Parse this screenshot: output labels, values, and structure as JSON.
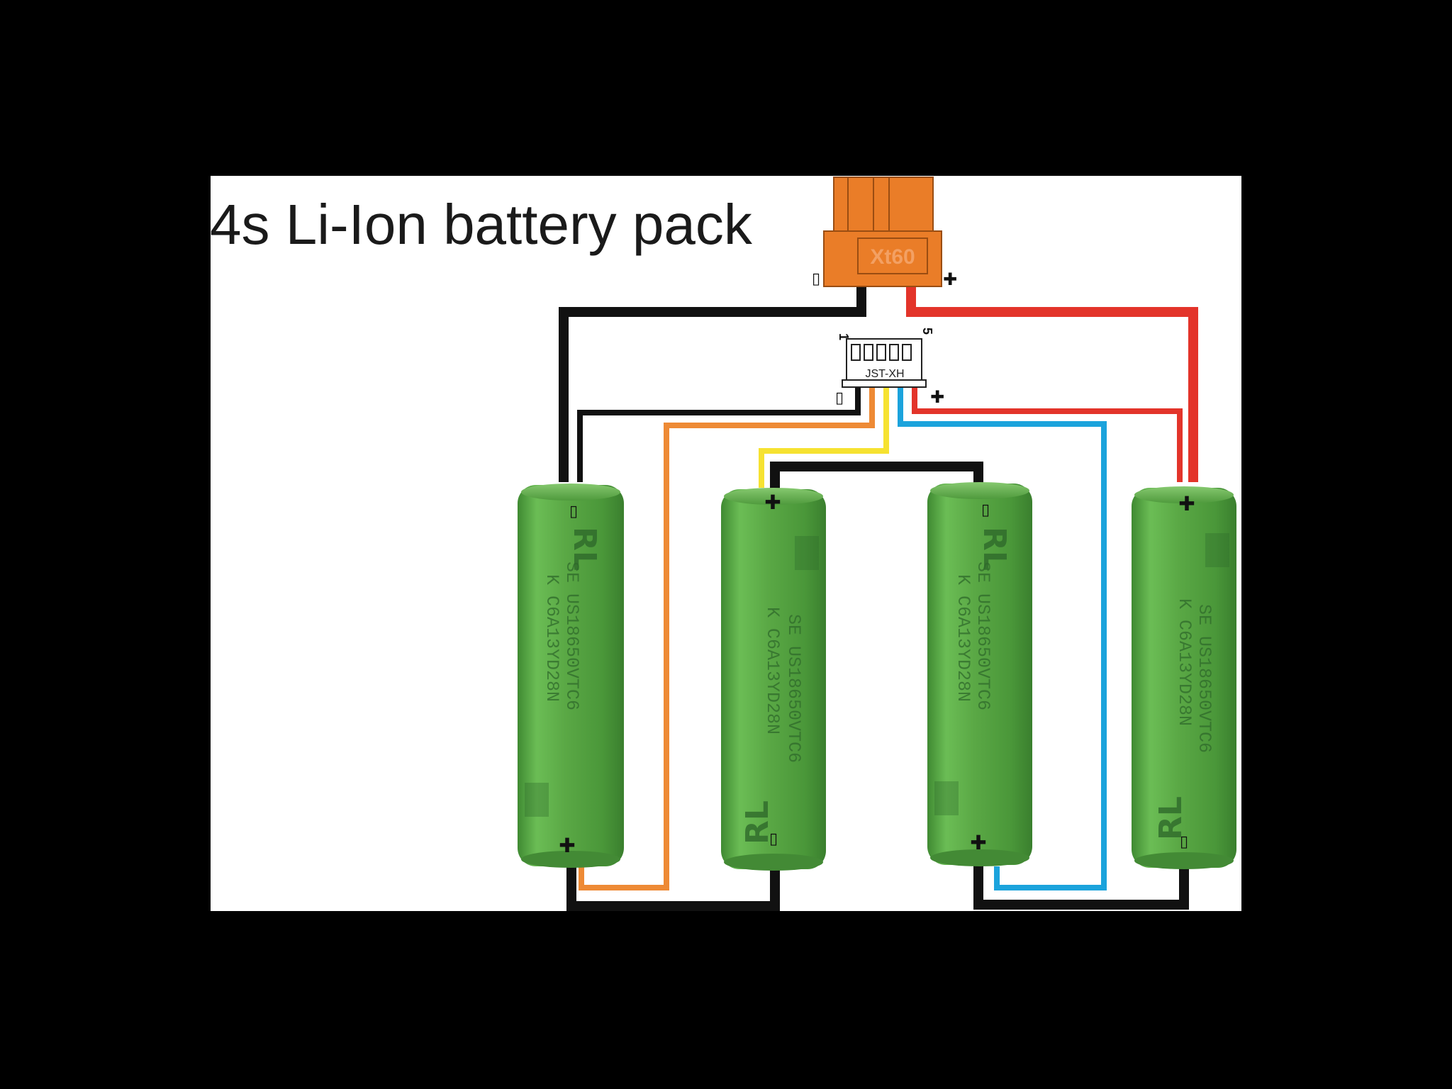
{
  "title": "4s Li-Ion battery pack",
  "colors": {
    "background": "#000000",
    "panel": "#ffffff",
    "wire_black": "#111111",
    "wire_red": "#e3342a",
    "wire_orange": "#ee8a35",
    "wire_yellow": "#f6e231",
    "wire_blue": "#1ba3dc",
    "cell_green": "#5aa845",
    "xt60_orange": "#ea7d28"
  },
  "main_connector": {
    "label": "Xt60",
    "negative_mark": "▯",
    "positive_mark": "✚"
  },
  "balance_connector": {
    "label": "JST-XH",
    "pin_first": "1",
    "pin_last": "5",
    "negative_mark": "▯",
    "positive_mark": "✚"
  },
  "cells": [
    {
      "top_mark": "▯",
      "bottom_mark": "✚",
      "line1": "SE US18650VTC6",
      "line2": "K C6A13YD28N",
      "logo": "RL"
    },
    {
      "top_mark": "✚",
      "bottom_mark": "▯",
      "line1": "SE US18650VTC6",
      "line2": "K C6A13YD28N",
      "logo": "RL"
    },
    {
      "top_mark": "▯",
      "bottom_mark": "✚",
      "line1": "SE US18650VTC6",
      "line2": "K C6A13YD28N",
      "logo": "RL"
    },
    {
      "top_mark": "✚",
      "bottom_mark": "▯",
      "line1": "SE US18650VTC6",
      "line2": "K C6A13YD28N",
      "logo": "RL"
    }
  ]
}
